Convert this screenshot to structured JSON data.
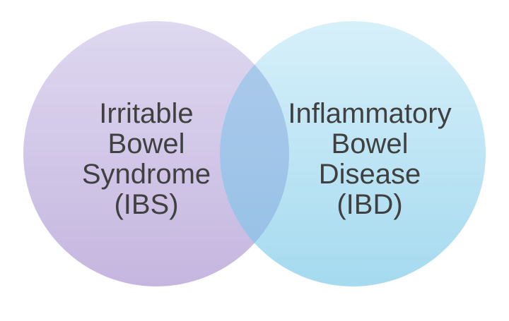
{
  "venn": {
    "background": "#ffffff",
    "text_color": "#404040",
    "left": {
      "label": "Irritable Bowel Syndrome (IBS)",
      "lines": [
        "Irritable",
        "Bowel",
        "Syndrome",
        "(IBS)"
      ],
      "fill_top": "#ded8f0",
      "fill_bottom": "#c5b6df"
    },
    "right": {
      "label": "Inflammatory Bowel Disease (IBD)",
      "lines": [
        "Inflammatory",
        "Bowel",
        "Disease",
        "(IBD)"
      ],
      "fill_top": "#d7f0fa",
      "fill_bottom": "#a5daef"
    },
    "overlap": {
      "fill_top": "#aecbec",
      "fill_bottom": "#94c0e5"
    }
  }
}
